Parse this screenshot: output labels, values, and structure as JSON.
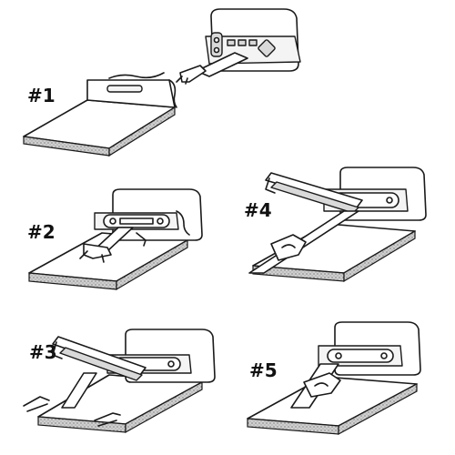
{
  "steps": [
    {
      "label": "#1"
    },
    {
      "label": "#2"
    },
    {
      "label": "#3"
    },
    {
      "label": "#4"
    },
    {
      "label": "#5"
    }
  ]
}
